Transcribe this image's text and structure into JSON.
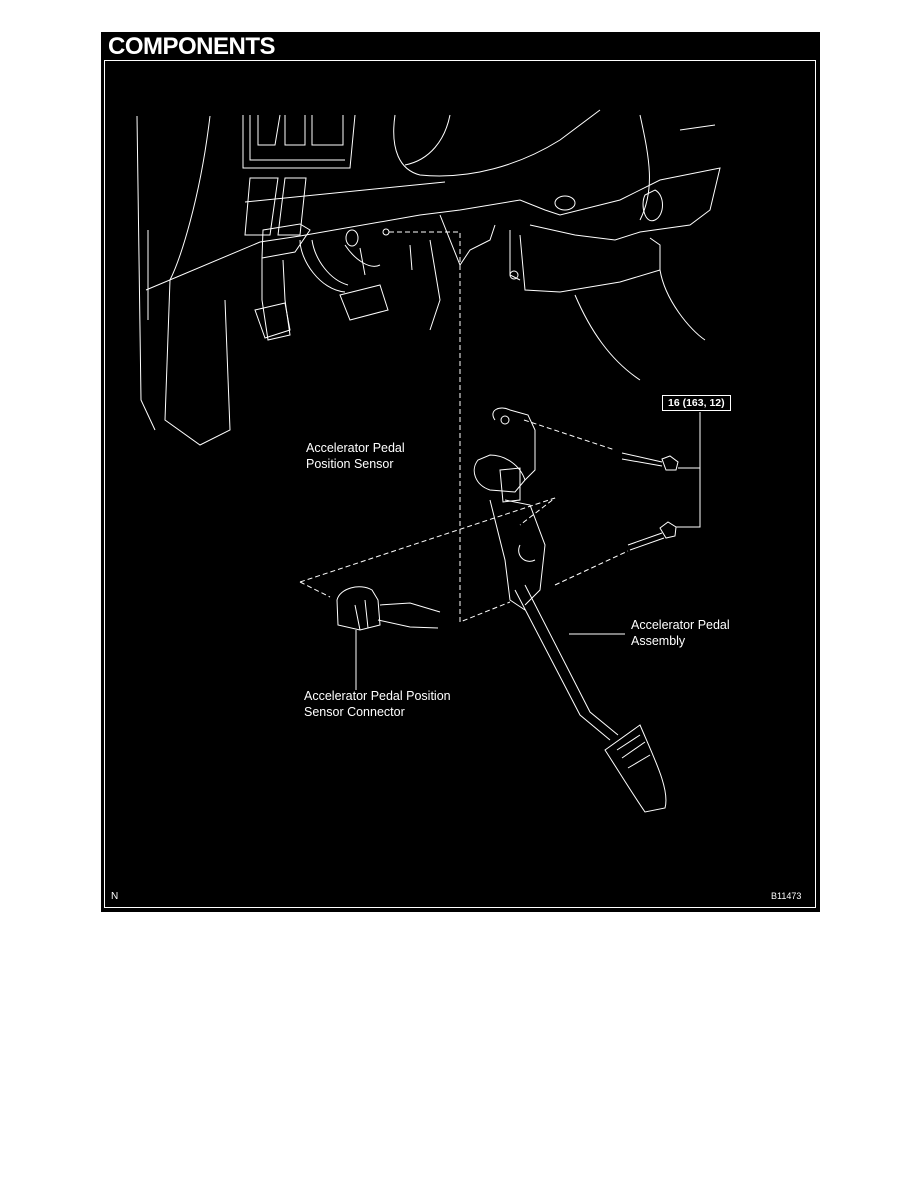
{
  "title": "COMPONENTS",
  "labels": {
    "sensor": [
      "Accelerator Pedal",
      "Position Sensor"
    ],
    "assembly": [
      "Accelerator Pedal",
      "Assembly"
    ],
    "connector": [
      "Accelerator Pedal Position",
      "Sensor Connector"
    ]
  },
  "torque_spec": "16 (163, 12)",
  "footer": {
    "orientation_mark": "N",
    "figure_code": "B11473"
  }
}
